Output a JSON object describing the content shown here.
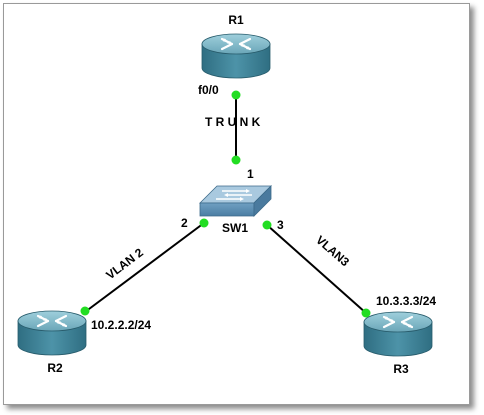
{
  "devices": {
    "r1": {
      "name": "R1"
    },
    "r2": {
      "name": "R2"
    },
    "r3": {
      "name": "R3"
    },
    "sw1": {
      "name": "SW1"
    }
  },
  "links": {
    "r1_sw1": {
      "r1_port": "f0/0",
      "label": "T R U N K",
      "sw_port": "1"
    },
    "r2_sw1": {
      "label": "VLAN 2",
      "sw_port": "2",
      "r2_address": "10.2.2.2/24"
    },
    "r3_sw1": {
      "label": "VLAN3",
      "sw_port": "3",
      "r3_address": "10.3.3.3/24"
    }
  },
  "colors": {
    "router_body": "#3e7f93",
    "router_top": "#7fb6c6",
    "switch_body": "#5f8fb2",
    "switch_top": "#a9c9df",
    "port_dot": "#22dd22",
    "link": "#000000",
    "frame_border": "#9a9a9a"
  }
}
